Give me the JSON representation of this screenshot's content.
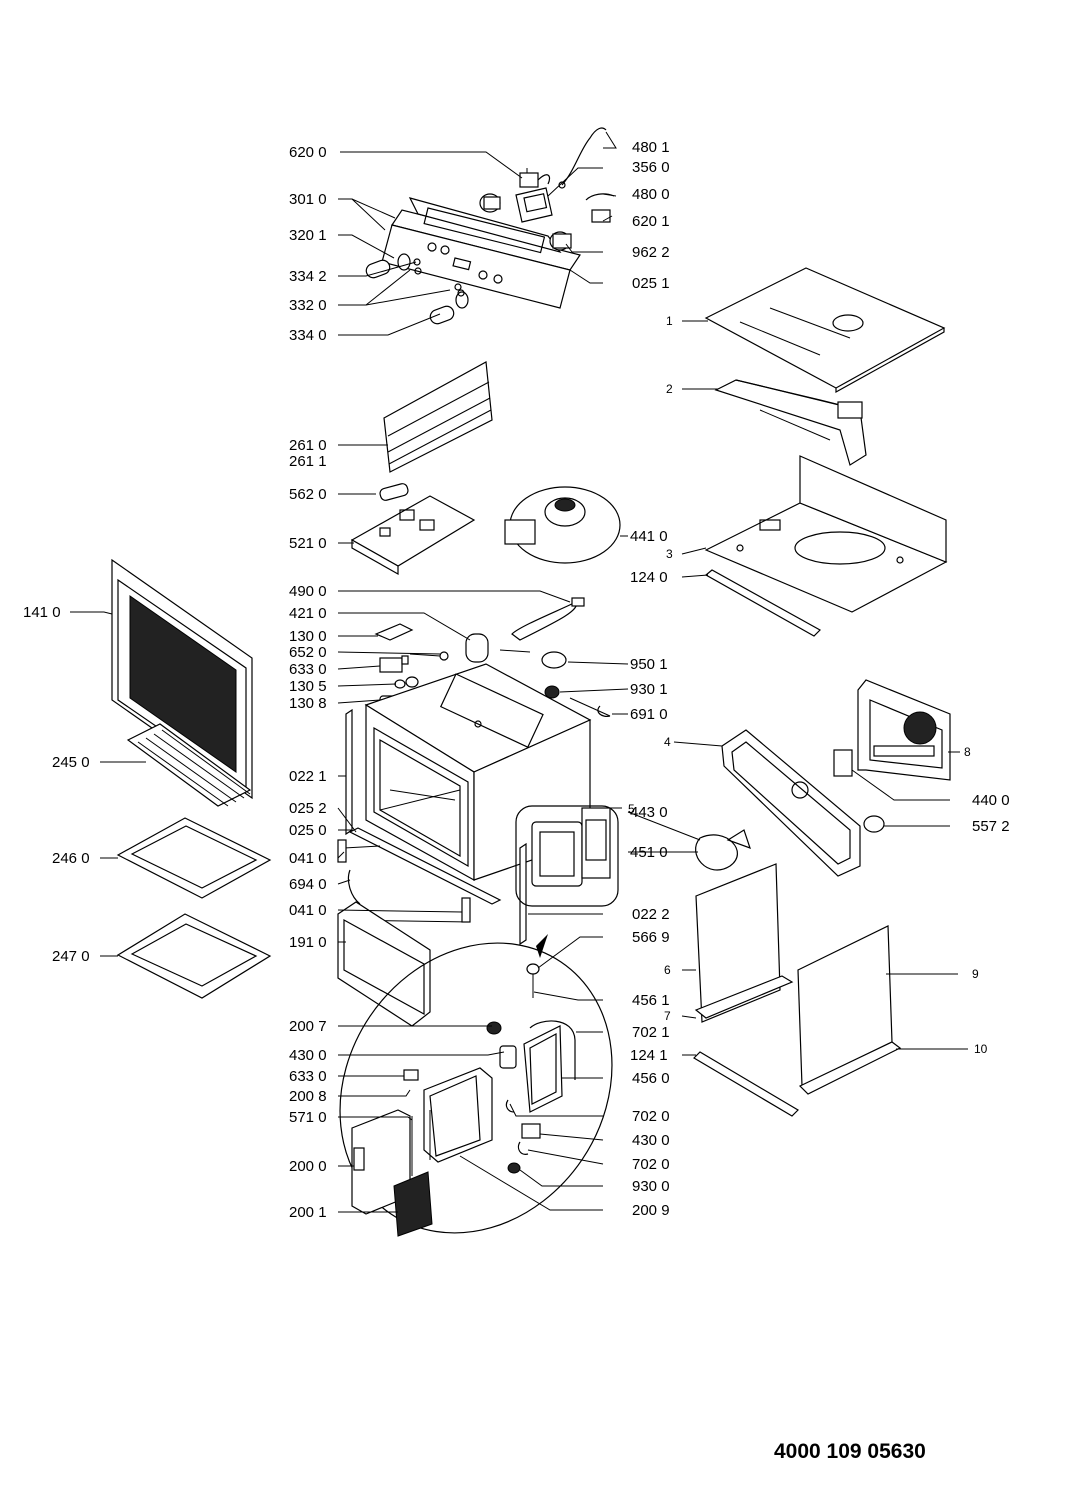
{
  "diagram": {
    "document_code": "4000 109 05630",
    "labels": {
      "p_620_0": "620 0",
      "p_480_1": "480 1",
      "p_356_0": "356 0",
      "p_480_0": "480 0",
      "p_301_0": "301 0",
      "p_620_1": "620 1",
      "p_320_1": "320 1",
      "p_962_2": "962 2",
      "p_334_2": "334 2",
      "p_025_1": "025 1",
      "p_332_0": "332 0",
      "p_334_0": "334 0",
      "p_1": "1",
      "p_2": "2",
      "p_261_0": "261 0",
      "p_261_1": "261 1",
      "p_562_0": "562 0",
      "p_521_0": "521 0",
      "p_441_0": "441 0",
      "p_3": "3",
      "p_124_0": "124 0",
      "p_490_0": "490 0",
      "p_141_0": "141 0",
      "p_421_0": "421 0",
      "p_130_0": "130 0",
      "p_652_0": "652 0",
      "p_950_1": "950 1",
      "p_633_0": "633 0",
      "p_130_5": "130 5",
      "p_930_1": "930 1",
      "p_130_8": "130 8",
      "p_691_0": "691 0",
      "p_8": "8",
      "p_245_0": "245 0",
      "p_022_1": "022 1",
      "p_5": "5",
      "p_4": "4",
      "p_440_0": "440 0",
      "p_025_2": "025 2",
      "p_443_0": "443 0",
      "p_557_2": "557 2",
      "p_025_0": "025 0",
      "p_246_0": "246 0",
      "p_041_0a": "041 0",
      "p_451_0": "451 0",
      "p_694_0": "694 0",
      "p_041_0b": "041 0",
      "p_022_2": "022 2",
      "p_191_0": "191 0",
      "p_566_9": "566 9",
      "p_247_0": "247 0",
      "p_6": "6",
      "p_9": "9",
      "p_456_1": "456 1",
      "p_7": "7",
      "p_200_7": "200 7",
      "p_702_1": "702 1",
      "p_124_1": "124 1",
      "p_10": "10",
      "p_430_0a": "430 0",
      "p_633_0b": "633 0",
      "p_456_0": "456 0",
      "p_200_8": "200 8",
      "p_571_0": "571 0",
      "p_702_0a": "702 0",
      "p_430_0b": "430 0",
      "p_200_0": "200 0",
      "p_702_0b": "702 0",
      "p_930_0": "930 0",
      "p_200_1": "200 1",
      "p_200_9": "200 9"
    }
  }
}
